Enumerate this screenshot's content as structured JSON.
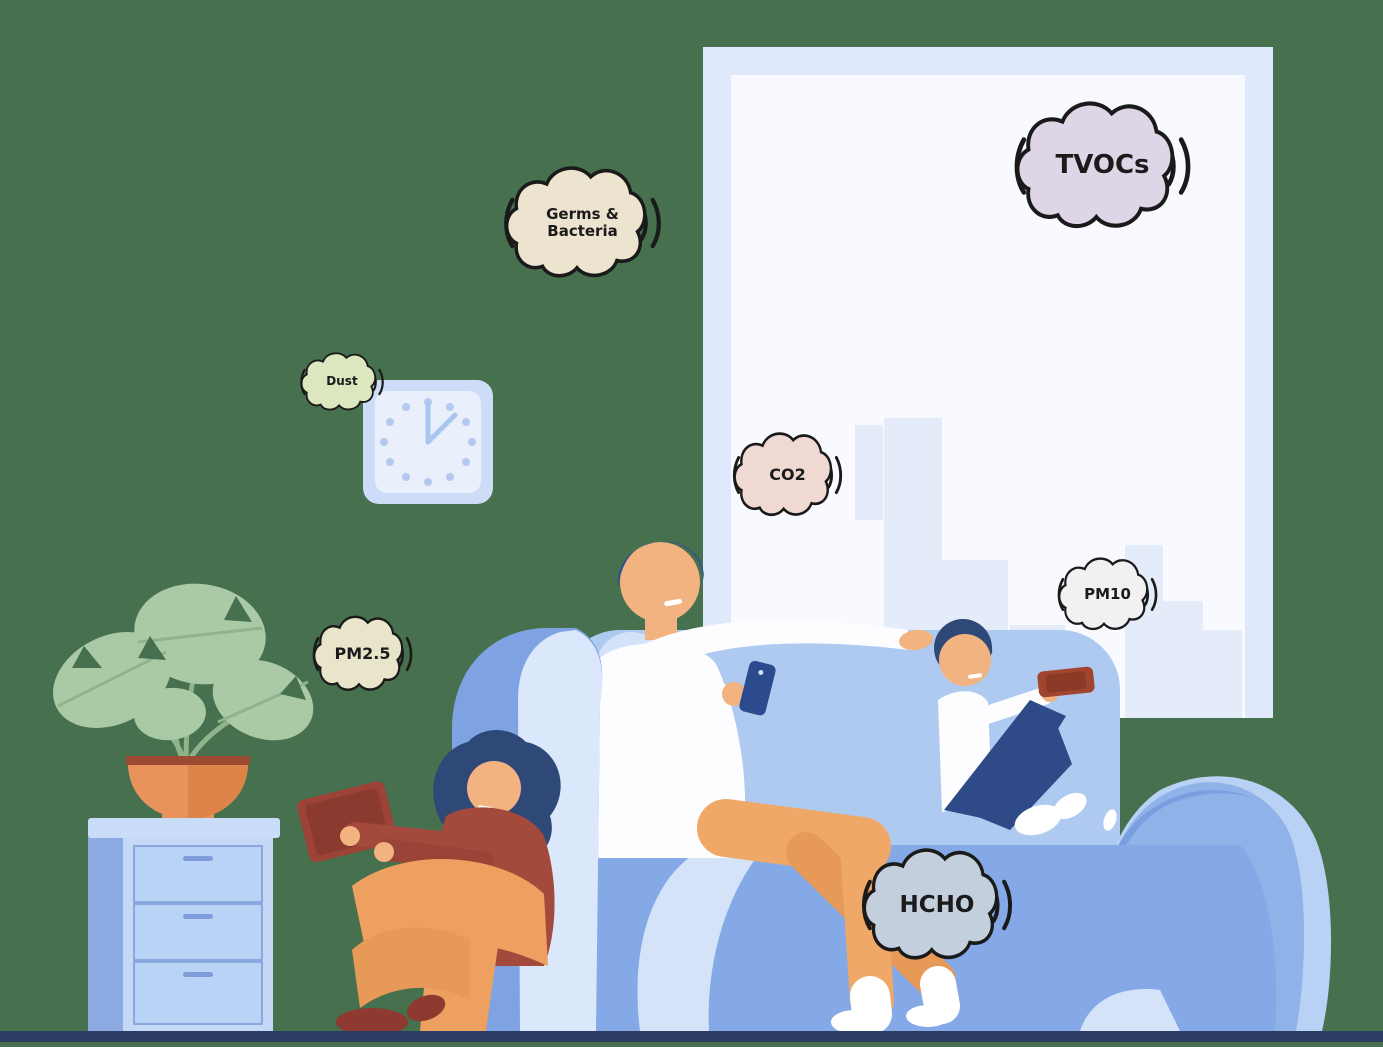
{
  "palette": {
    "background": "#47704f",
    "floor": "#2b3d62",
    "window_frame": "#dfe9fb",
    "window_pane": "#f8faff",
    "skyline": "#e4ecf9",
    "couch_main": "#84a9e6",
    "couch_back": "#aecaf1",
    "couch_light": "#d5e3f9"
  },
  "clouds": {
    "germs": {
      "label": "Germs &\nBacteria",
      "fill": "#ece4cf"
    },
    "tvocs": {
      "label": "TVOCs",
      "fill": "#ded5e6"
    },
    "dust": {
      "label": "Dust",
      "fill": "#dde7bf"
    },
    "co2": {
      "label": "CO2",
      "fill": "#efd9d2"
    },
    "pm10": {
      "label": "PM10",
      "fill": "#f1f1f1"
    },
    "pm25": {
      "label": "PM2.5",
      "fill": "#e9e5cb"
    },
    "hcho": {
      "label": "HCHO",
      "fill": "#c4cfde"
    }
  }
}
